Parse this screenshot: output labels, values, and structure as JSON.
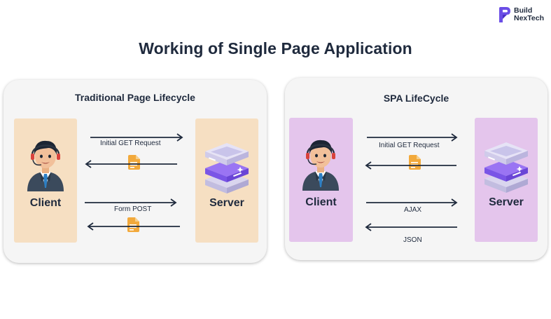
{
  "brand": {
    "line1": "Build",
    "line2": "NexTech",
    "color": "#6b4ee6"
  },
  "title": "Working of Single Page Application",
  "traditional": {
    "heading": "Traditional Page Lifecycle",
    "client_label": "Client",
    "server_label": "Server",
    "request1_label": "Initial GET Request",
    "request2_label": "Form POST"
  },
  "spa": {
    "heading": "SPA LifeCycle",
    "client_label": "Client",
    "server_label": "Server",
    "request1_label": "Initial GET Request",
    "request2_label": "AJAX",
    "response2_label": "JSON"
  },
  "colors": {
    "peach": "#f6dfc2",
    "lilac": "#e4c5ec",
    "arrow": "#1f2a3d",
    "document": "#f2a93b",
    "server_purple": "#8a5cf0"
  },
  "icons": [
    "client-avatar-icon",
    "server-stack-icon",
    "document-icon",
    "arrow-right-icon",
    "arrow-left-icon"
  ]
}
